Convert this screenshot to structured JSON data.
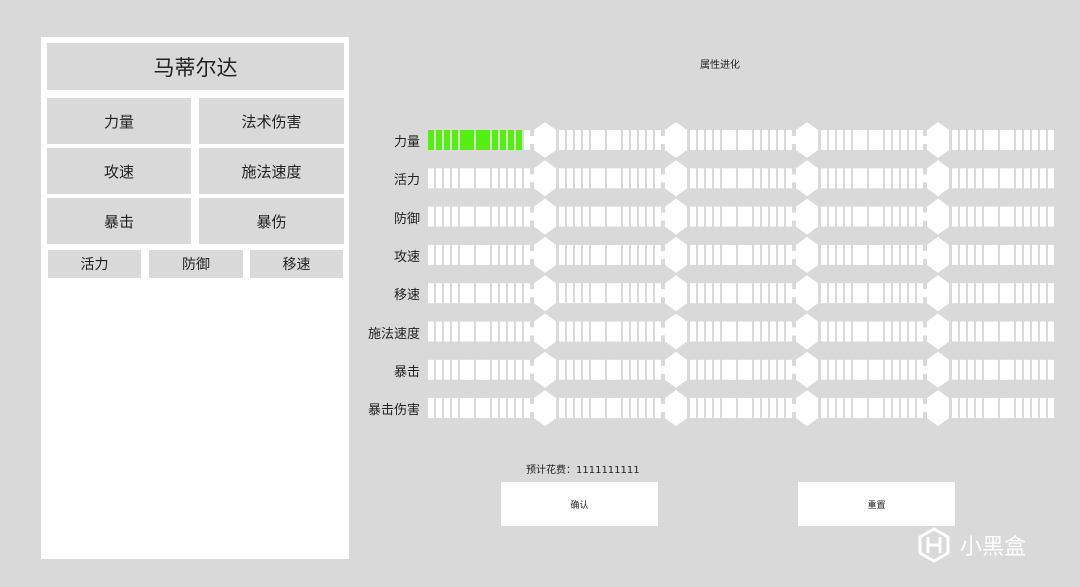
{
  "left_panel": {
    "name": "马蒂尔达",
    "buttons": [
      "力量",
      "法术伤害",
      "攻速",
      "施法速度",
      "暴击",
      "暴伤"
    ],
    "small_buttons": [
      "活力",
      "防御",
      "移速"
    ]
  },
  "right_panel": {
    "title": "属性进化",
    "rows": [
      {
        "label": "力量",
        "progress": 0.16
      },
      {
        "label": "活力",
        "progress": 0
      },
      {
        "label": "防御",
        "progress": 0
      },
      {
        "label": "攻速",
        "progress": 0
      },
      {
        "label": "移速",
        "progress": 0
      },
      {
        "label": "施法速度",
        "progress": 0
      },
      {
        "label": "暴击",
        "progress": 0
      },
      {
        "label": "暴击伤害",
        "progress": 0
      }
    ],
    "cost_label": "预计花费：1111111111",
    "confirm_label": "确认",
    "reset_label": "重置"
  },
  "colors": {
    "fill": "#55ee11",
    "empty": "#ffffff",
    "background": "#d9d9d9"
  },
  "watermark": {
    "text": "小黑盒",
    "icon": "xiaoheihe-logo-icon"
  }
}
